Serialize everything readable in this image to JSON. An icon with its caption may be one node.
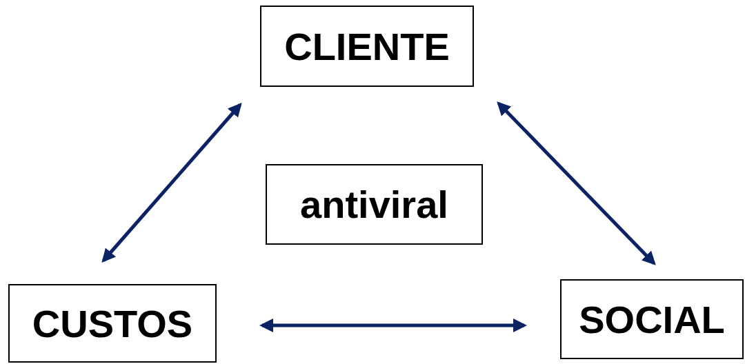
{
  "diagram": {
    "nodes": [
      {
        "text": [
          "CLIENTE"
        ]
      },
      {
        "text": [
          "antiviral"
        ]
      },
      {
        "text": [
          "CUSTOS"
        ]
      },
      {
        "text": [
          "SOCIAL"
        ]
      }
    ],
    "edges": [
      {
        "from": 2,
        "to": 0,
        "arrow": "both"
      },
      {
        "from": 0,
        "to": 3,
        "arrow": "both"
      },
      {
        "from": 2,
        "to": 3,
        "arrow": "both"
      }
    ]
  }
}
